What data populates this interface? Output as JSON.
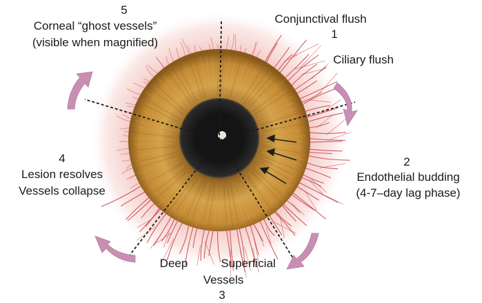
{
  "stages": {
    "s1": {
      "number": "1",
      "line1": "Conjunctival flush",
      "line2": "Ciliary flush"
    },
    "s2": {
      "number": "2",
      "line1": "Endothelial budding",
      "line2": "(4-7–day lag phase)"
    },
    "s3": {
      "number": "3",
      "deep": "Deep",
      "superficial": "Superficial",
      "vessels": "Vessels"
    },
    "s4": {
      "number": "4",
      "line1": "Lesion resolves",
      "line2": "Vessels collapse"
    },
    "s5": {
      "number": "5",
      "line1": "Corneal “ghost vessels”",
      "line2": "(visible when magnified)"
    }
  },
  "colors": {
    "iris_outer": "#a8701f",
    "iris_mid": "#d4a24a",
    "pupil": "#1b1a1a",
    "vessels": "#c8424a",
    "arrows": "#c98fb3"
  }
}
